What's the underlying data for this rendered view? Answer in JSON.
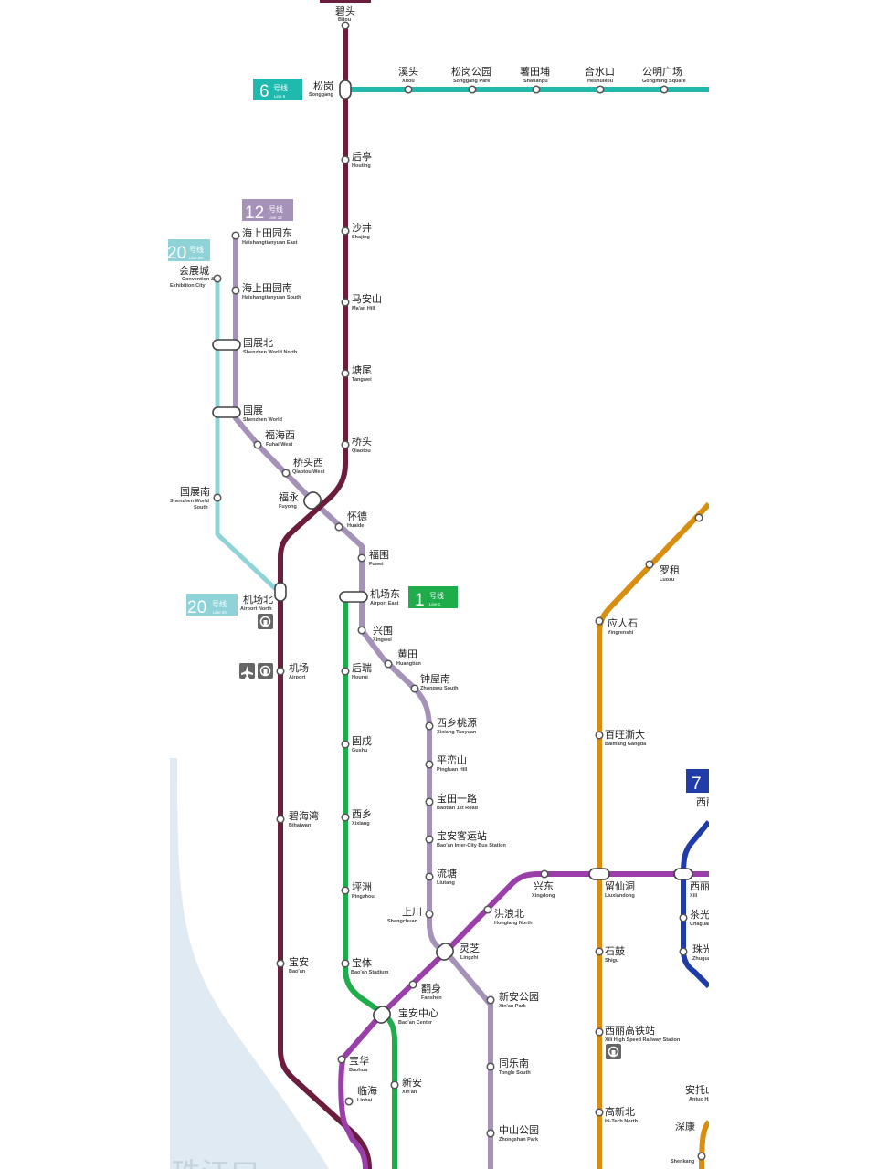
{
  "colors": {
    "line1": "#1fad4c",
    "line5": "#9a3ea9",
    "line6": "#1fb9ad",
    "line7": "#1f3ca8",
    "line11": "#6b1d3e",
    "line12": "#a592b8",
    "line20": "#8fd3d9",
    "line_orange": "#d88e10",
    "water": "#dfeaf2"
  },
  "badges": {
    "line6": {
      "num": "6",
      "cn": "号线",
      "en": "Line 6"
    },
    "line12": {
      "num": "12",
      "cn": "号线",
      "en": "Line 12"
    },
    "line20_top": {
      "num": "20",
      "cn": "号线",
      "en": "Line 20"
    },
    "line20_bottom": {
      "num": "20",
      "cn": "号线",
      "en": "Line 20"
    },
    "line1": {
      "num": "1",
      "cn": "号线",
      "en": "Line 1"
    },
    "line7": {
      "num": "7"
    }
  },
  "stations": {
    "bitou": {
      "cn": "碧头",
      "en": "Bitou"
    },
    "songgang": {
      "cn": "松岗",
      "en": "Songgang"
    },
    "xitou": {
      "cn": "溪头",
      "en": "Xitou"
    },
    "songgang_park": {
      "cn": "松岗公园",
      "en": "Songgang Park"
    },
    "shatianpu": {
      "cn": "薯田埔",
      "en": "Shatianpu"
    },
    "heshuikou": {
      "cn": "合水口",
      "en": "Heshuikou"
    },
    "gongming_square": {
      "cn": "公明广场",
      "en": "Gongming Square"
    },
    "houting": {
      "cn": "后亭",
      "en": "Houting"
    },
    "shajing": {
      "cn": "沙井",
      "en": "Shajing"
    },
    "maan_hill": {
      "cn": "马安山",
      "en": "Ma'an Hill"
    },
    "tangwei": {
      "cn": "塘尾",
      "en": "Tangwei"
    },
    "qiaotou": {
      "cn": "桥头",
      "en": "Qiaotou"
    },
    "fuyong": {
      "cn": "福永",
      "en": "Fuyong"
    },
    "hstly_east": {
      "cn": "海上田园东",
      "en": "Haishangtianyuan East"
    },
    "hstly_south": {
      "cn": "海上田园南",
      "en": "Haishangtianyuan South"
    },
    "szw_north": {
      "cn": "国展北",
      "en": "Shenzhen World North"
    },
    "szw": {
      "cn": "国展",
      "en": "Shenzhen World"
    },
    "fuhai_west": {
      "cn": "福海西",
      "en": "Fuhai West"
    },
    "qiaotou_west": {
      "cn": "桥头西",
      "en": "Qiaotou West"
    },
    "huaide": {
      "cn": "怀德",
      "en": "Huaide"
    },
    "fuwei": {
      "cn": "福围",
      "en": "Fuwei"
    },
    "exhibition_city": {
      "cn": "会展城",
      "en1": "Convention &",
      "en2": "Exhibition City"
    },
    "szw_south": {
      "cn": "国展南",
      "en1": "Shenzhen World",
      "en2": "South"
    },
    "airport_north": {
      "cn": "机场北",
      "en": "Airport North"
    },
    "airport": {
      "cn": "机场",
      "en": "Airport"
    },
    "airport_east": {
      "cn": "机场东",
      "en": "Airport East"
    },
    "houruì": {
      "cn": "后瑞",
      "en": "Hourui"
    },
    "gushu": {
      "cn": "固戍",
      "en": "Gushu"
    },
    "xixiang": {
      "cn": "西乡",
      "en": "Xixiang"
    },
    "pingzhou": {
      "cn": "坪洲",
      "en": "Pingzhou"
    },
    "baoti": {
      "cn": "宝体",
      "en": "Bao'an Stadium"
    },
    "xingwei": {
      "cn": "兴围",
      "en": "Xingwei"
    },
    "huangtian": {
      "cn": "黄田",
      "en": "Huangtian"
    },
    "zhongwu_south": {
      "cn": "钟屋南",
      "en": "Zhongwu South"
    },
    "xixiang_taoyuan": {
      "cn": "西乡桃源",
      "en": "Xixiang Taoyuan"
    },
    "pingluan_hill": {
      "cn": "平峦山",
      "en": "Pingluan Hill"
    },
    "baotian_1st": {
      "cn": "宝田一路",
      "en": "Baotian 1st Road"
    },
    "baoan_bus": {
      "cn": "宝安客运站",
      "en": "Bao'an Inter-City Bus Station"
    },
    "liutang": {
      "cn": "流塘",
      "en": "Liutang"
    },
    "shangchuan": {
      "cn": "上川",
      "en": "Shangchuan"
    },
    "lingzhi": {
      "cn": "灵芝",
      "en": "Lingzhi"
    },
    "xinan_park": {
      "cn": "新安公园",
      "en": "Xin'an Park"
    },
    "tongle_south": {
      "cn": "同乐南",
      "en": "Tongle South"
    },
    "zhongshan_park": {
      "cn": "中山公园",
      "en": "Zhongshan Park"
    },
    "biheiwan": {
      "cn": "碧海湾",
      "en": "Bihaiwan"
    },
    "baoan": {
      "cn": "宝安",
      "en": "Bao'an"
    },
    "xingdong": {
      "cn": "兴东",
      "en": "Xingdong"
    },
    "honglang_north": {
      "cn": "洪浪北",
      "en": "Honglang North"
    },
    "fanshen": {
      "cn": "翻身",
      "en": "Fanshen"
    },
    "baoan_center": {
      "cn": "宝安中心",
      "en": "Bao'an Center"
    },
    "baohua": {
      "cn": "宝华",
      "en": "Baohua"
    },
    "linhai": {
      "cn": "临海",
      "en": "Linhai"
    },
    "xinan": {
      "cn": "新安",
      "en": "Xin'an"
    },
    "luotian": {
      "cn": "罗租",
      "en": "Luozu"
    },
    "yingrenshi": {
      "cn": "应人石",
      "en": "Yingrenshi"
    },
    "baimang": {
      "cn": "百旺澌大",
      "en": "Baimang Gangda"
    },
    "liuxiandong": {
      "cn": "留仙洞",
      "en": "Liuxiandong"
    },
    "shigu": {
      "cn": "石鼓",
      "en": "Shigu"
    },
    "xili_hsr": {
      "cn": "西丽高铁站",
      "en": "Xili High Speed Railway Station"
    },
    "gaoxin_north": {
      "cn": "高新北",
      "en": "Hi-Tech North"
    },
    "shenkang": {
      "cn": "深康",
      "en": "Shenkang"
    },
    "xili": {
      "cn": "西丽",
      "en": "Xili"
    },
    "chaguang": {
      "cn": "茶光",
      "en": "Chaguang"
    },
    "zhuguang": {
      "cn": "珠光",
      "en": "Zhuguang"
    },
    "xili_top": {
      "cn": "西丽",
      "en": ""
    },
    "antuo": {
      "cn": "安托山",
      "en": "Antuo Hill"
    }
  },
  "water_label": {
    "text": "珠江口"
  }
}
